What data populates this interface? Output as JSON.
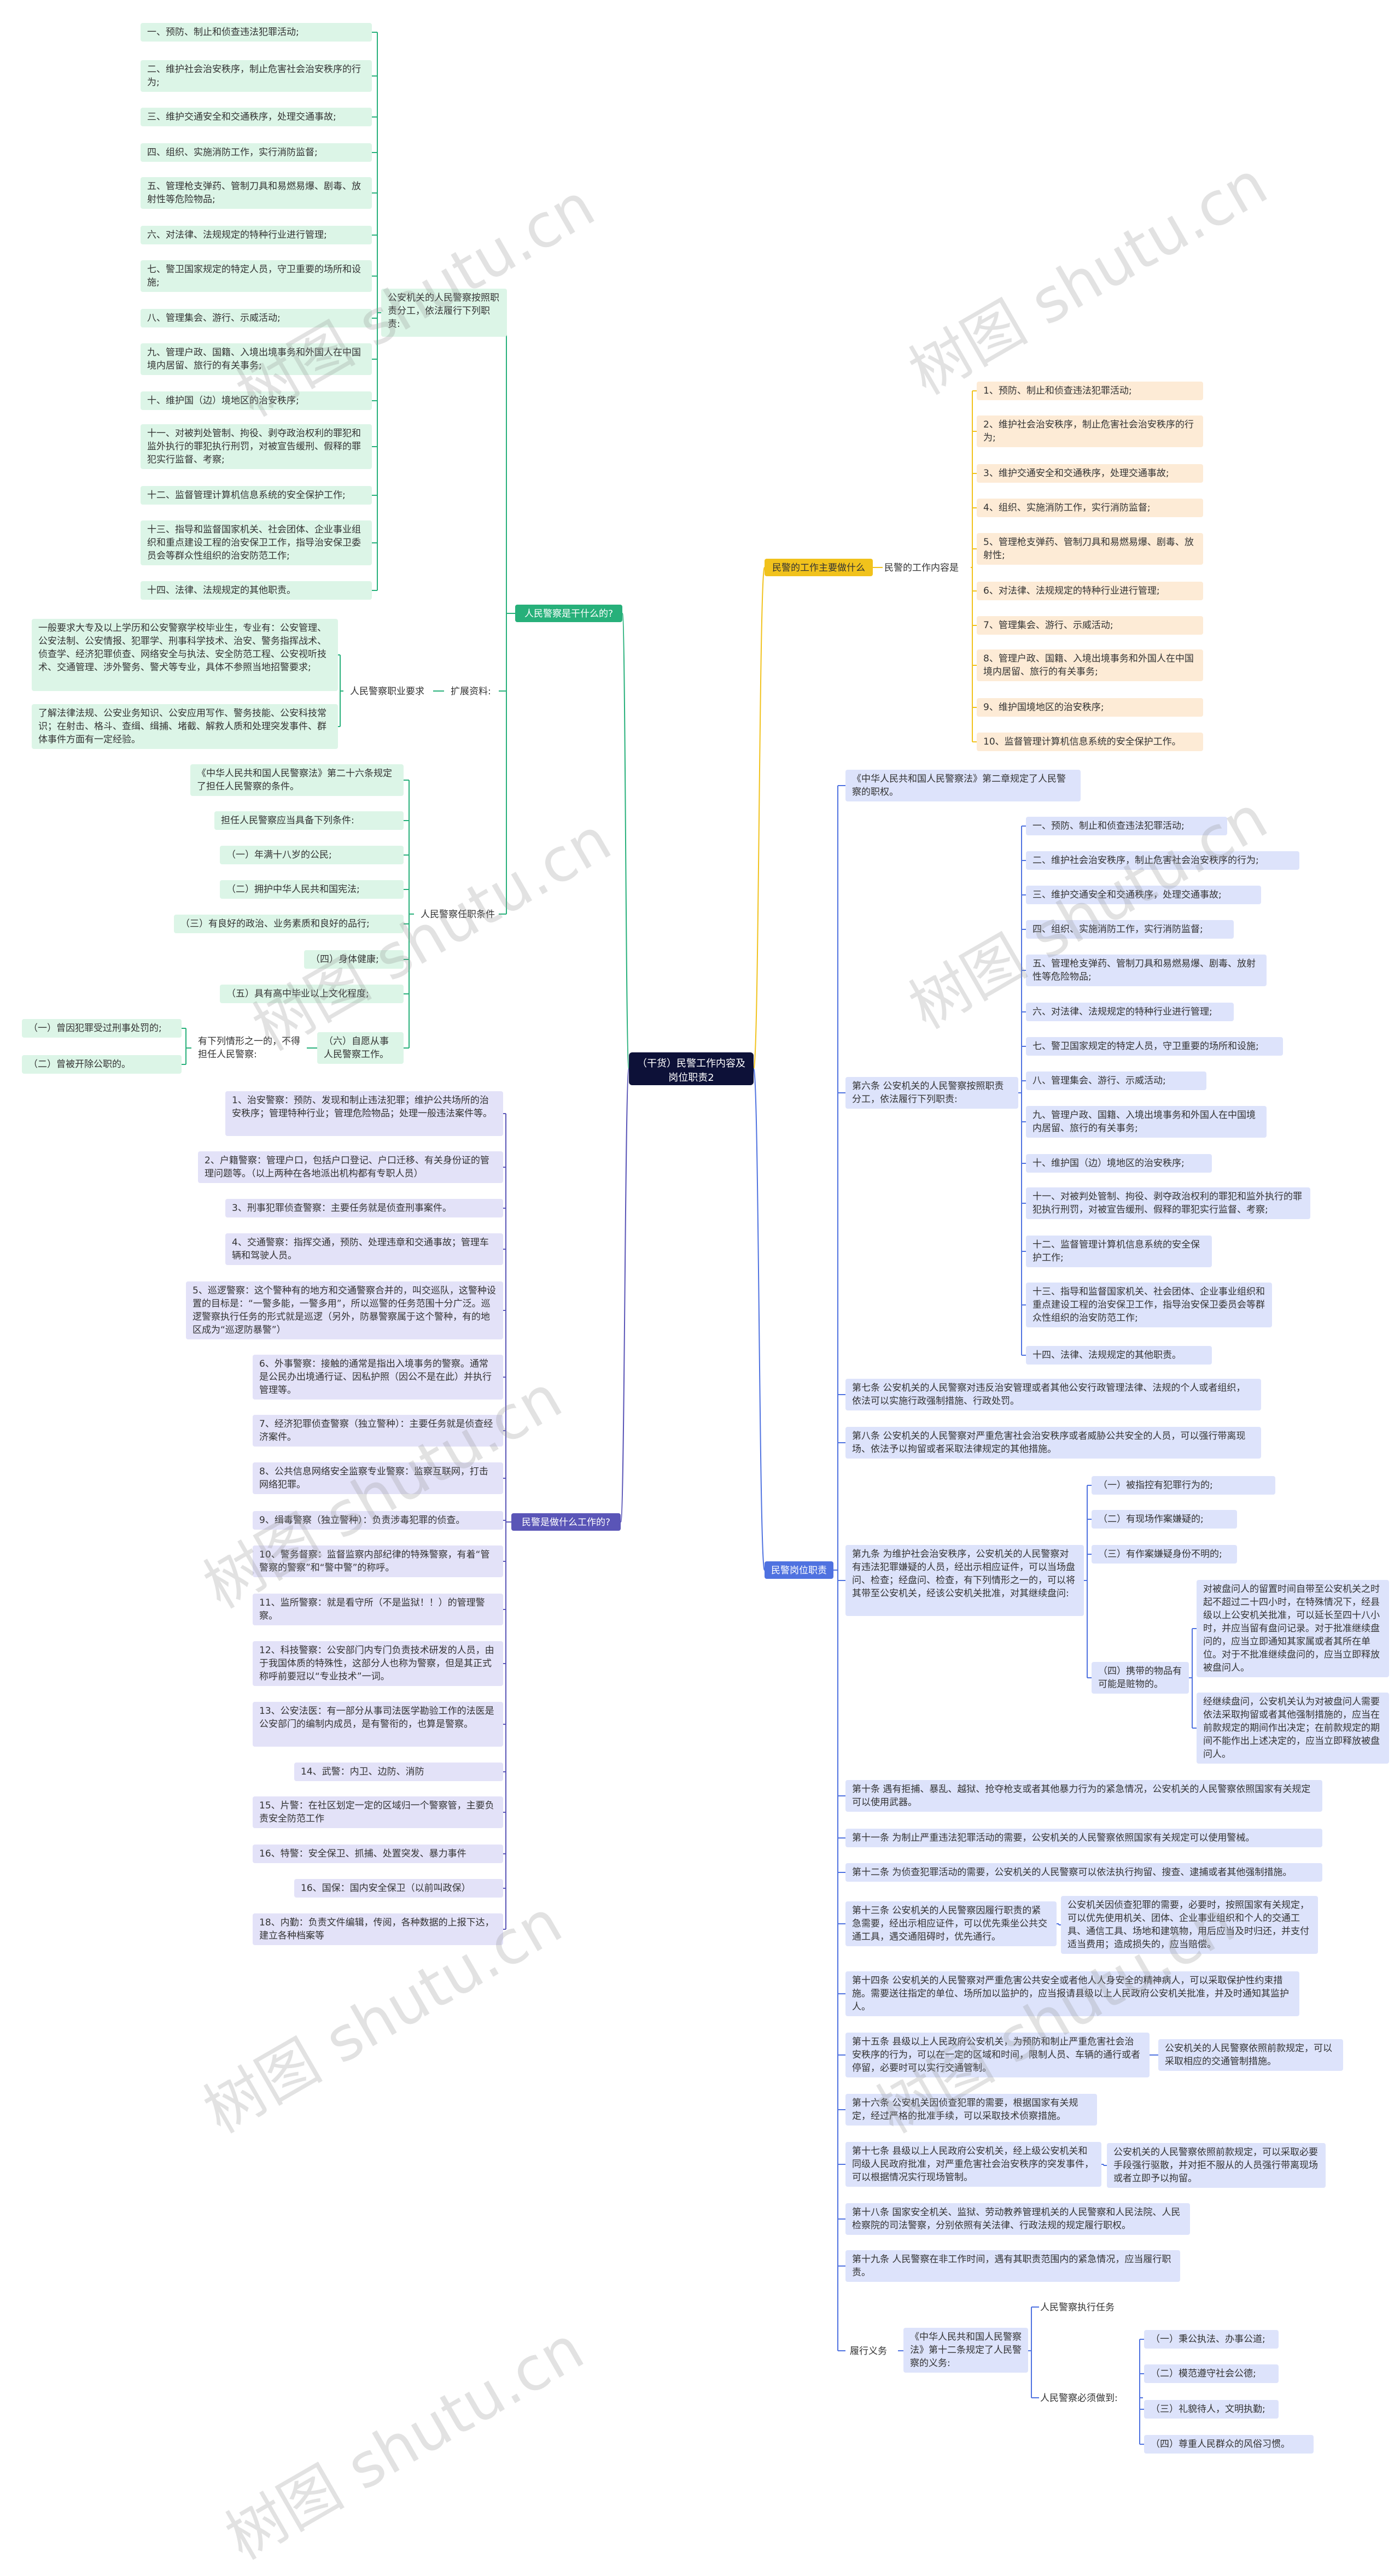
{
  "root": "（干货）民警工作内容及岗位职责2",
  "watermark": "树图 shutu.cn",
  "colors": {
    "green": "#27b07a",
    "yellow": "#f1c21c",
    "blue": "#4f72e0",
    "purple": "#5a55b7",
    "root": "#0d1138"
  },
  "branches": {
    "what": {
      "title": "人民警察是干什么的?",
      "duties_label": "公安机关的人民警察按照职责分工，依法履行下列职责:",
      "duties": [
        "一、预防、制止和侦查违法犯罪活动;",
        "二、维护社会治安秩序，制止危害社会治安秩序的行为;",
        "三、维护交通安全和交通秩序，处理交通事故;",
        "四、组织、实施消防工作，实行消防监督;",
        "五、管理枪支弹药、管制刀具和易燃易爆、剧毒、放射性等危险物品;",
        "六、对法律、法规规定的特种行业进行管理;",
        "七、警卫国家规定的特定人员，守卫重要的场所和设施;",
        "八、管理集会、游行、示威活动;",
        "九、管理户政、国籍、入境出境事务和外国人在中国境内居留、旅行的有关事务;",
        "十、维护国（边）境地区的治安秩序;",
        "十一、对被判处管制、拘役、剥夺政治权利的罪犯和监外执行的罪犯执行刑罚，对被宣告缓刑、假释的罪犯实行监督、考察;",
        "十二、监督管理计算机信息系统的安全保护工作;",
        "十三、指导和监督国家机关、社会团体、企业事业组织和重点建设工程的治安保卫工作，指导治安保卫委员会等群众性组织的治安防范工作;",
        "十四、法律、法规规定的其他职责。"
      ],
      "extend_label": "扩展资料:",
      "req_label": "人民警察职业要求",
      "req_items": [
        "一般要求大专及以上学历和公安警察学校毕业生，专业有：公安管理、公安法制、公安情报、犯罪学、刑事科学技术、治安、警务指挥战术、侦查学、经济犯罪侦查、网络安全与执法、安全防范工程、公安视听技术、交通管理、涉外警务、警犬等专业，具体不参照当地招警要求;",
        "了解法律法规、公安业务知识、公安应用写作、警务技能、公安科技常识；在射击、格斗、查缉、缉捕、堵截、解救人质和处理突发事件、群体事件方面有一定经验。"
      ],
      "cond_label": "人民警察任职条件",
      "cond_items": [
        "《中华人民共和国人民警察法》第二十六条规定了担任人民警察的条件。",
        "担任人民警察应当具备下列条件:",
        "（一）年满十八岁的公民;",
        "（二）拥护中华人民共和国宪法;",
        "（三）有良好的政治、业务素质和良好的品行;",
        "（四）身体健康;",
        "（五）具有高中毕业以上文化程度;",
        "（六）自愿从事人民警察工作。"
      ],
      "neg_label": "有下列情形之一的，不得担任人民警察:",
      "neg_items": [
        "（一）曾因犯罪受过刑事处罚的;",
        "（二）曾被开除公职的。"
      ]
    },
    "kinds": {
      "title": "民警是做什么工作的?",
      "items": [
        "1、治安警察：预防、发现和制止违法犯罪；维护公共场所的治安秩序；管理特种行业；管理危险物品；处理一般违法案件等。",
        "2、户籍警察：管理户口，包括户口登记、户口迁移、有关身份证的管理问题等。（以上两种在各地派出机构都有专职人员）",
        "3、刑事犯罪侦查警察：主要任务就是侦查刑事案件。",
        "4、交通警察：指挥交通，预防、处理违章和交通事故；管理车辆和驾驶人员。",
        "5、巡逻警察：这个警种有的地方和交通警察合并的，叫交巡队，这警种设置的目标是：“一警多能，一警多用”，所以巡警的任务范围十分广泛。巡逻警察执行任务的形式就是巡逻（另外，防暴警察属于这个警种，有的地区成为“巡逻防暴警”）",
        "6、外事警察：接触的通常是指出入境事务的警察。通常是公民办出境通行证、因私护照（因公不是在此）并执行管理等。",
        "7、经济犯罪侦查警察（独立警种）：主要任务就是侦查经济案件。",
        "8、公共信息网络安全监察专业警察：监察互联网，打击网络犯罪。",
        "9、缉毒警察（独立警种）：负责涉毒犯罪的侦查。",
        "10、警务督察：监督监察内部纪律的特殊警察，有着“管警察的警察”和“警中警”的称呼。",
        "11、监所警察：就是看守所（不是监狱！！）的管理警察。",
        "12、科技警察：公安部门内专门负责技术研发的人员，由于我国体质的特殊性，这部分人也称为警察，但是其正式称呼前要冠以“专业技术”一词。",
        "13、公安法医：有一部分从事司法医学勘验工作的法医是公安部门的编制内成员，是有警衔的，也算是警察。",
        "14、武警：内卫、边防、消防",
        "15、片警：在社区划定一定的区域归一个警察管，主要负责安全防范工作",
        "16、特警：安全保卫、抓捕、处置突发、暴力事件",
        "16、国保：国内安全保卫（以前叫政保）",
        "18、内勤：负责文件编辑，传阅，各种数据的上报下达，建立各种档案等"
      ]
    },
    "content": {
      "title": "民警的工作主要做什么",
      "label": "民警的工作内容是",
      "items": [
        "1、预防、制止和侦查违法犯罪活动;",
        "2、维护社会治安秩序，制止危害社会治安秩序的行为;",
        "3、维护交通安全和交通秩序，处理交通事故;",
        "4、组织、实施消防工作，实行消防监督;",
        "5、管理枪支弹药、管制刀具和易燃易爆、剧毒、放射性;",
        "6、对法律、法规规定的特种行业进行管理;",
        "7、管理集会、游行、示威活动;",
        "8、管理户政、国籍、入境出境事务和外国人在中国境内居留、旅行的有关事务;",
        "9、维护国境地区的治安秩序;",
        "10、监督管理计算机信息系统的安全保护工作。"
      ]
    },
    "duty": {
      "title": "民警岗位职责",
      "art2": "《中华人民共和国人民警察法》第二章规定了人民警察的职权。",
      "art6": "第六条 公安机关的人民警察按照职责分工，依法履行下列职责:",
      "art6_items": [
        "一、预防、制止和侦查违法犯罪活动;",
        "二、维护社会治安秩序，制止危害社会治安秩序的行为;",
        "三、维护交通安全和交通秩序，处理交通事故;",
        "四、组织、实施消防工作，实行消防监督;",
        "五、管理枪支弹药、管制刀具和易燃易爆、剧毒、放射性等危险物品;",
        "六、对法律、法规规定的特种行业进行管理;",
        "七、警卫国家规定的特定人员，守卫重要的场所和设施;",
        "八、管理集会、游行、示威活动;",
        "九、管理户政、国籍、入境出境事务和外国人在中国境内居留、旅行的有关事务;",
        "十、维护国（边）境地区的治安秩序;",
        "十一、对被判处管制、拘役、剥夺政治权利的罪犯和监外执行的罪犯执行刑罚，对被宣告缓刑、假释的罪犯实行监督、考察;",
        "十二、监督管理计算机信息系统的安全保护工作;",
        "十三、指导和监督国家机关、社会团体、企业事业组织和重点建设工程的治安保卫工作，指导治安保卫委员会等群众性组织的治安防范工作;",
        "十四、法律、法规规定的其他职责。"
      ],
      "art7": "第七条 公安机关的人民警察对违反治安管理或者其他公安行政管理法律、法规的个人或者组织，依法可以实施行政强制措施、行政处罚。",
      "art8": "第八条 公安机关的人民警察对严重危害社会治安秩序或者威胁公共安全的人员，可以强行带离现场、依法予以拘留或者采取法律规定的其他措施。",
      "art9": "第九条 为维护社会治安秩序，公安机关的人民警察对有违法犯罪嫌疑的人员，经出示相应证件，可以当场盘问、检查；经盘问、检查，有下列情形之一的，可以将其带至公安机关，经该公安机关批准，对其继续盘问:",
      "art9_items": [
        "（一）被指控有犯罪行为的;",
        "（二）有现场作案嫌疑的;",
        "（三）有作案嫌疑身份不明的;",
        "（四）携带的物品有可能是赃物的。"
      ],
      "art9_d1": "对被盘问人的留置时间自带至公安机关之时起不超过二十四小时，在特殊情况下，经县级以上公安机关批准，可以延长至四十八小时，并应当留有盘问记录。对于批准继续盘问的，应当立即通知其家属或者其所在单位。对于不批准继续盘问的，应当立即释放被盘问人。",
      "art9_d2": "经继续盘问，公安机关认为对被盘问人需要依法采取拘留或者其他强制措施的，应当在前款规定的期间作出决定；在前款规定的期间不能作出上述决定的，应当立即释放被盘问人。",
      "art10": "第十条 遇有拒捕、暴乱、越狱、抢夺枪支或者其他暴力行为的紧急情况，公安机关的人民警察依照国家有关规定可以使用武器。",
      "art11": "第十一条 为制止严重违法犯罪活动的需要，公安机关的人民警察依照国家有关规定可以使用警械。",
      "art12": "第十二条 为侦查犯罪活动的需要，公安机关的人民警察可以依法执行拘留、搜查、逮捕或者其他强制措施。",
      "art13": "第十三条 公安机关的人民警察因履行职责的紧急需要，经出示相应证件，可以优先乘坐公共交通工具，遇交通阻碍时，优先通行。",
      "art13_d": "公安机关因侦查犯罪的需要，必要时，按照国家有关规定，可以优先使用机关、团体、企业事业组织和个人的交通工具、通信工具、场地和建筑物，用后应当及时归还，并支付适当费用；造成损失的，应当赔偿。",
      "art14": "第十四条 公安机关的人民警察对严重危害公共安全或者他人人身安全的精神病人，可以采取保护性约束措施。需要送往指定的单位、场所加以监护的，应当报请县级以上人民政府公安机关批准，并及时通知其监护人。",
      "art15": "第十五条 县级以上人民政府公安机关，为预防和制止严重危害社会治安秩序的行为，可以在一定的区域和时间，限制人员、车辆的通行或者停留，必要时可以实行交通管制。",
      "art15_d": "公安机关的人民警察依照前款规定，可以采取相应的交通管制措施。",
      "art16": "第十六条 公安机关因侦查犯罪的需要，根据国家有关规定，经过严格的批准手续，可以采取技术侦察措施。",
      "art17": "第十七条 县级以上人民政府公安机关，经上级公安机关和同级人民政府批准，对严重危害社会治安秩序的突发事件，可以根据情况实行现场管制。",
      "art17_d": "公安机关的人民警察依照前款规定，可以采取必要手段强行驱散，并对拒不服从的人员强行带离现场或者立即予以拘留。",
      "art18": "第十八条 国家安全机关、监狱、劳动教养管理机关的人民警察和人民法院、人民检察院的司法警察，分别依照有关法律、行政法规的规定履行职权。",
      "art19": "第十九条 人民警察在非工作时间，遇有其职责范围内的紧急情况，应当履行职责。",
      "oblig_label": "履行义务",
      "oblig_src": "《中华人民共和国人民警察法》第十二条规定了人民警察的义务:",
      "oblig_exec": "人民警察执行任务",
      "oblig_must": "人民警察必须做到:",
      "oblig_items": [
        "（一）秉公执法、办事公道;",
        "（二）模范遵守社会公德;",
        "（三）礼貌待人，文明执勤;",
        "（四）尊重人民群众的风俗习惯。"
      ]
    }
  }
}
